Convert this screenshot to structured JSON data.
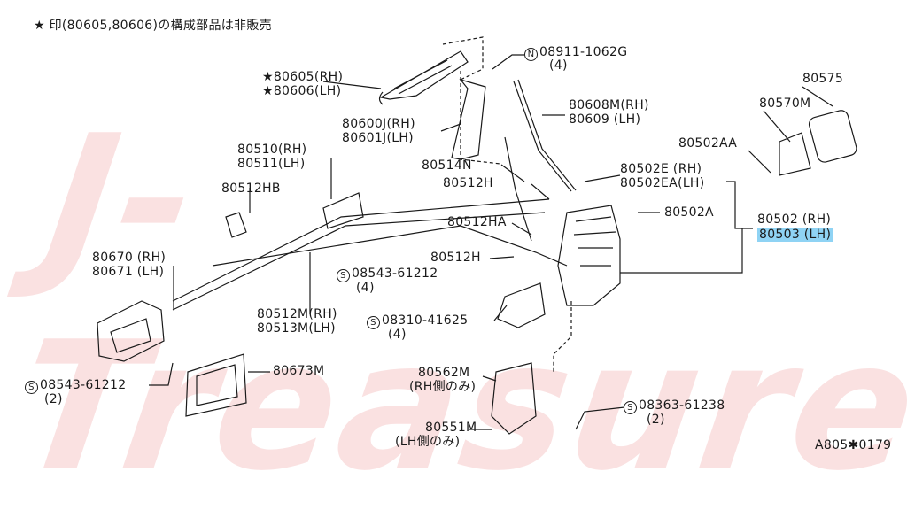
{
  "watermark": "J-Treasure",
  "header_note": "★ 印(80605,80606)の構成部品は非販売",
  "figure_id": "A805✱0179",
  "labels": {
    "n08911": "08911-1062G",
    "n08911_qty": "(4)",
    "p80605": "★80605(RH)",
    "p80606": "★80606(LH)",
    "p80575": "80575",
    "p80570m": "80570M",
    "p80608m": "80608M(RH)",
    "p80609": "80609 (LH)",
    "p80600j": "80600J(RH)",
    "p80601j": "80601J(LH)",
    "p80502aa": "80502AA",
    "p80510": "80510(RH)",
    "p80511": "80511(LH)",
    "p80514n": "80514N",
    "p80502e": "80502E (RH)",
    "p80502ea": "80502EA(LH)",
    "p80512hb": "80512HB",
    "p80512h_a": "80512H",
    "p80512ha": "80512HA",
    "p80502a": "80502A",
    "p80502": "80502 (RH)",
    "p80503": "80503 (LH)",
    "p80670": "80670 (RH)",
    "p80671": "80671 (LH)",
    "p80512h_b": "80512H",
    "s08543_a": "08543-61212",
    "s08543_a_qty": "(4)",
    "p80512m": "80512M(RH)",
    "p80513m": "80513M(LH)",
    "s08310": "08310-41625",
    "s08310_qty": "(4)",
    "p80673m": "80673M",
    "s08543_b": "08543-61212",
    "s08543_b_qty": "(2)",
    "p80562m": "80562M",
    "p80562m_note": "(RH側のみ)",
    "s08363": "08363-61238",
    "s08363_qty": "(2)",
    "p80551m": "80551M",
    "p80551m_note": "(LH側のみ)"
  },
  "symbols": {
    "n": "N",
    "s": "S"
  },
  "colors": {
    "line": "#1a1a1a",
    "highlight": "#8fd3f4",
    "watermark": "#f6c9c9"
  }
}
